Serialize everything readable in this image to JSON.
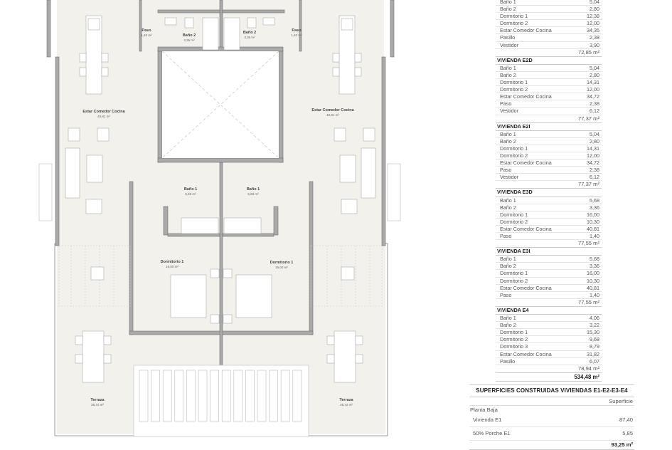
{
  "colors": {
    "floor": "#f3f1ec",
    "wall": "#aaaaaa",
    "wall_outline": "#6f6f6f",
    "furniture": "#ffffff",
    "text": "#333333"
  },
  "plan": {
    "rooms": [
      {
        "name": "Paso",
        "area": "1,40 m²"
      },
      {
        "name": "Baño 2",
        "area": "3,36 m²"
      },
      {
        "name": "Baño 2",
        "area": "3,36 m²"
      },
      {
        "name": "Paso",
        "area": "1,40 m²"
      },
      {
        "name": "Estar Comedor Cocina",
        "area": "40,81 m²"
      },
      {
        "name": "Estar Comedor Cocina",
        "area": "40,81 m²"
      },
      {
        "name": "Baño 1",
        "area": "5,68 m²"
      },
      {
        "name": "Baño 1",
        "area": "5,68 m²"
      },
      {
        "name": "Dormitorio 1",
        "area": "16,00 m²"
      },
      {
        "name": "Dormitorio 1",
        "area": "16,00 m²"
      },
      {
        "name": "Terraza",
        "area": "26,72 m²"
      },
      {
        "name": "Terraza",
        "area": "26,72 m²"
      }
    ]
  },
  "areas_table": {
    "first_block": {
      "rows": [
        [
          "Baño 1",
          "5,04"
        ],
        [
          "Baño 2",
          "2,80"
        ],
        [
          "Dormitorio 1",
          "12,38"
        ],
        [
          "Dormitorio 2",
          "12,00"
        ],
        [
          "Estar Comedor Cocina",
          "34,35"
        ],
        [
          "Pasillo",
          "2,38"
        ],
        [
          "Vestidor",
          "3,90"
        ]
      ],
      "total": "72,85 m²"
    },
    "blocks": [
      {
        "title": "VIVIENDA E2D",
        "rows": [
          [
            "Baño 1",
            "5,04"
          ],
          [
            "Baño 2",
            "2,80"
          ],
          [
            "Dormitorio 1",
            "14,31"
          ],
          [
            "Dormitorio 2",
            "12,00"
          ],
          [
            "Estar Comedor Cocina",
            "34,72"
          ],
          [
            "Paso",
            "2,38"
          ],
          [
            "Vestidor",
            "6,12"
          ]
        ],
        "total": "77,37 m²"
      },
      {
        "title": "VIVIENDA E2I",
        "rows": [
          [
            "Baño 1",
            "5,04"
          ],
          [
            "Baño 2",
            "2,80"
          ],
          [
            "Dormitorio 1",
            "14,31"
          ],
          [
            "Dormitorio 2",
            "12,00"
          ],
          [
            "Estar Comedor Cocina",
            "34,72"
          ],
          [
            "Paso",
            "2,38"
          ],
          [
            "Vestidor",
            "6,12"
          ]
        ],
        "total": "77,37 m²"
      },
      {
        "title": "VIVIENDA E3D",
        "rows": [
          [
            "Baño 1",
            "5,68"
          ],
          [
            "Baño 2",
            "3,36"
          ],
          [
            "Dormitorio 1",
            "16,00"
          ],
          [
            "Dormitorio 2",
            "10,30"
          ],
          [
            "Estar Comedor Cocina",
            "40,81"
          ],
          [
            "Paso",
            "1,40"
          ]
        ],
        "total": "77,55 m²"
      },
      {
        "title": "VIVIENDA E3I",
        "rows": [
          [
            "Baño 1",
            "5,68"
          ],
          [
            "Baño 2",
            "3,36"
          ],
          [
            "Dormitorio 1",
            "16,00"
          ],
          [
            "Dormitorio 2",
            "10,30"
          ],
          [
            "Estar Comedor Cocina",
            "40,81"
          ],
          [
            "Paso",
            "1,40"
          ]
        ],
        "total": "77,55 m²"
      },
      {
        "title": "VIVIENDA E4",
        "rows": [
          [
            "Baño 1",
            "4,06"
          ],
          [
            "Baño 2",
            "3,22"
          ],
          [
            "Dormitorio 1",
            "15,30"
          ],
          [
            "Dormitorio 2",
            "9,68"
          ],
          [
            "Dormitorio 3",
            "8,79"
          ],
          [
            "Estar Comedor Cocina",
            "31,82"
          ],
          [
            "Pasillo",
            "6,07"
          ]
        ],
        "total": "78,94 m²"
      }
    ],
    "grand_total": "534,48 m²"
  },
  "built_table": {
    "title": "SUPERFICIES CONSTRUIDAS VIVIENDAS E1-E2-E3-E4",
    "column": "Superficie",
    "section": "Planta Baja",
    "rows": [
      [
        "Vivienda E1",
        "87,40"
      ],
      [
        "50% Porche E1",
        "5,85"
      ]
    ],
    "total": "93,25 m²"
  }
}
